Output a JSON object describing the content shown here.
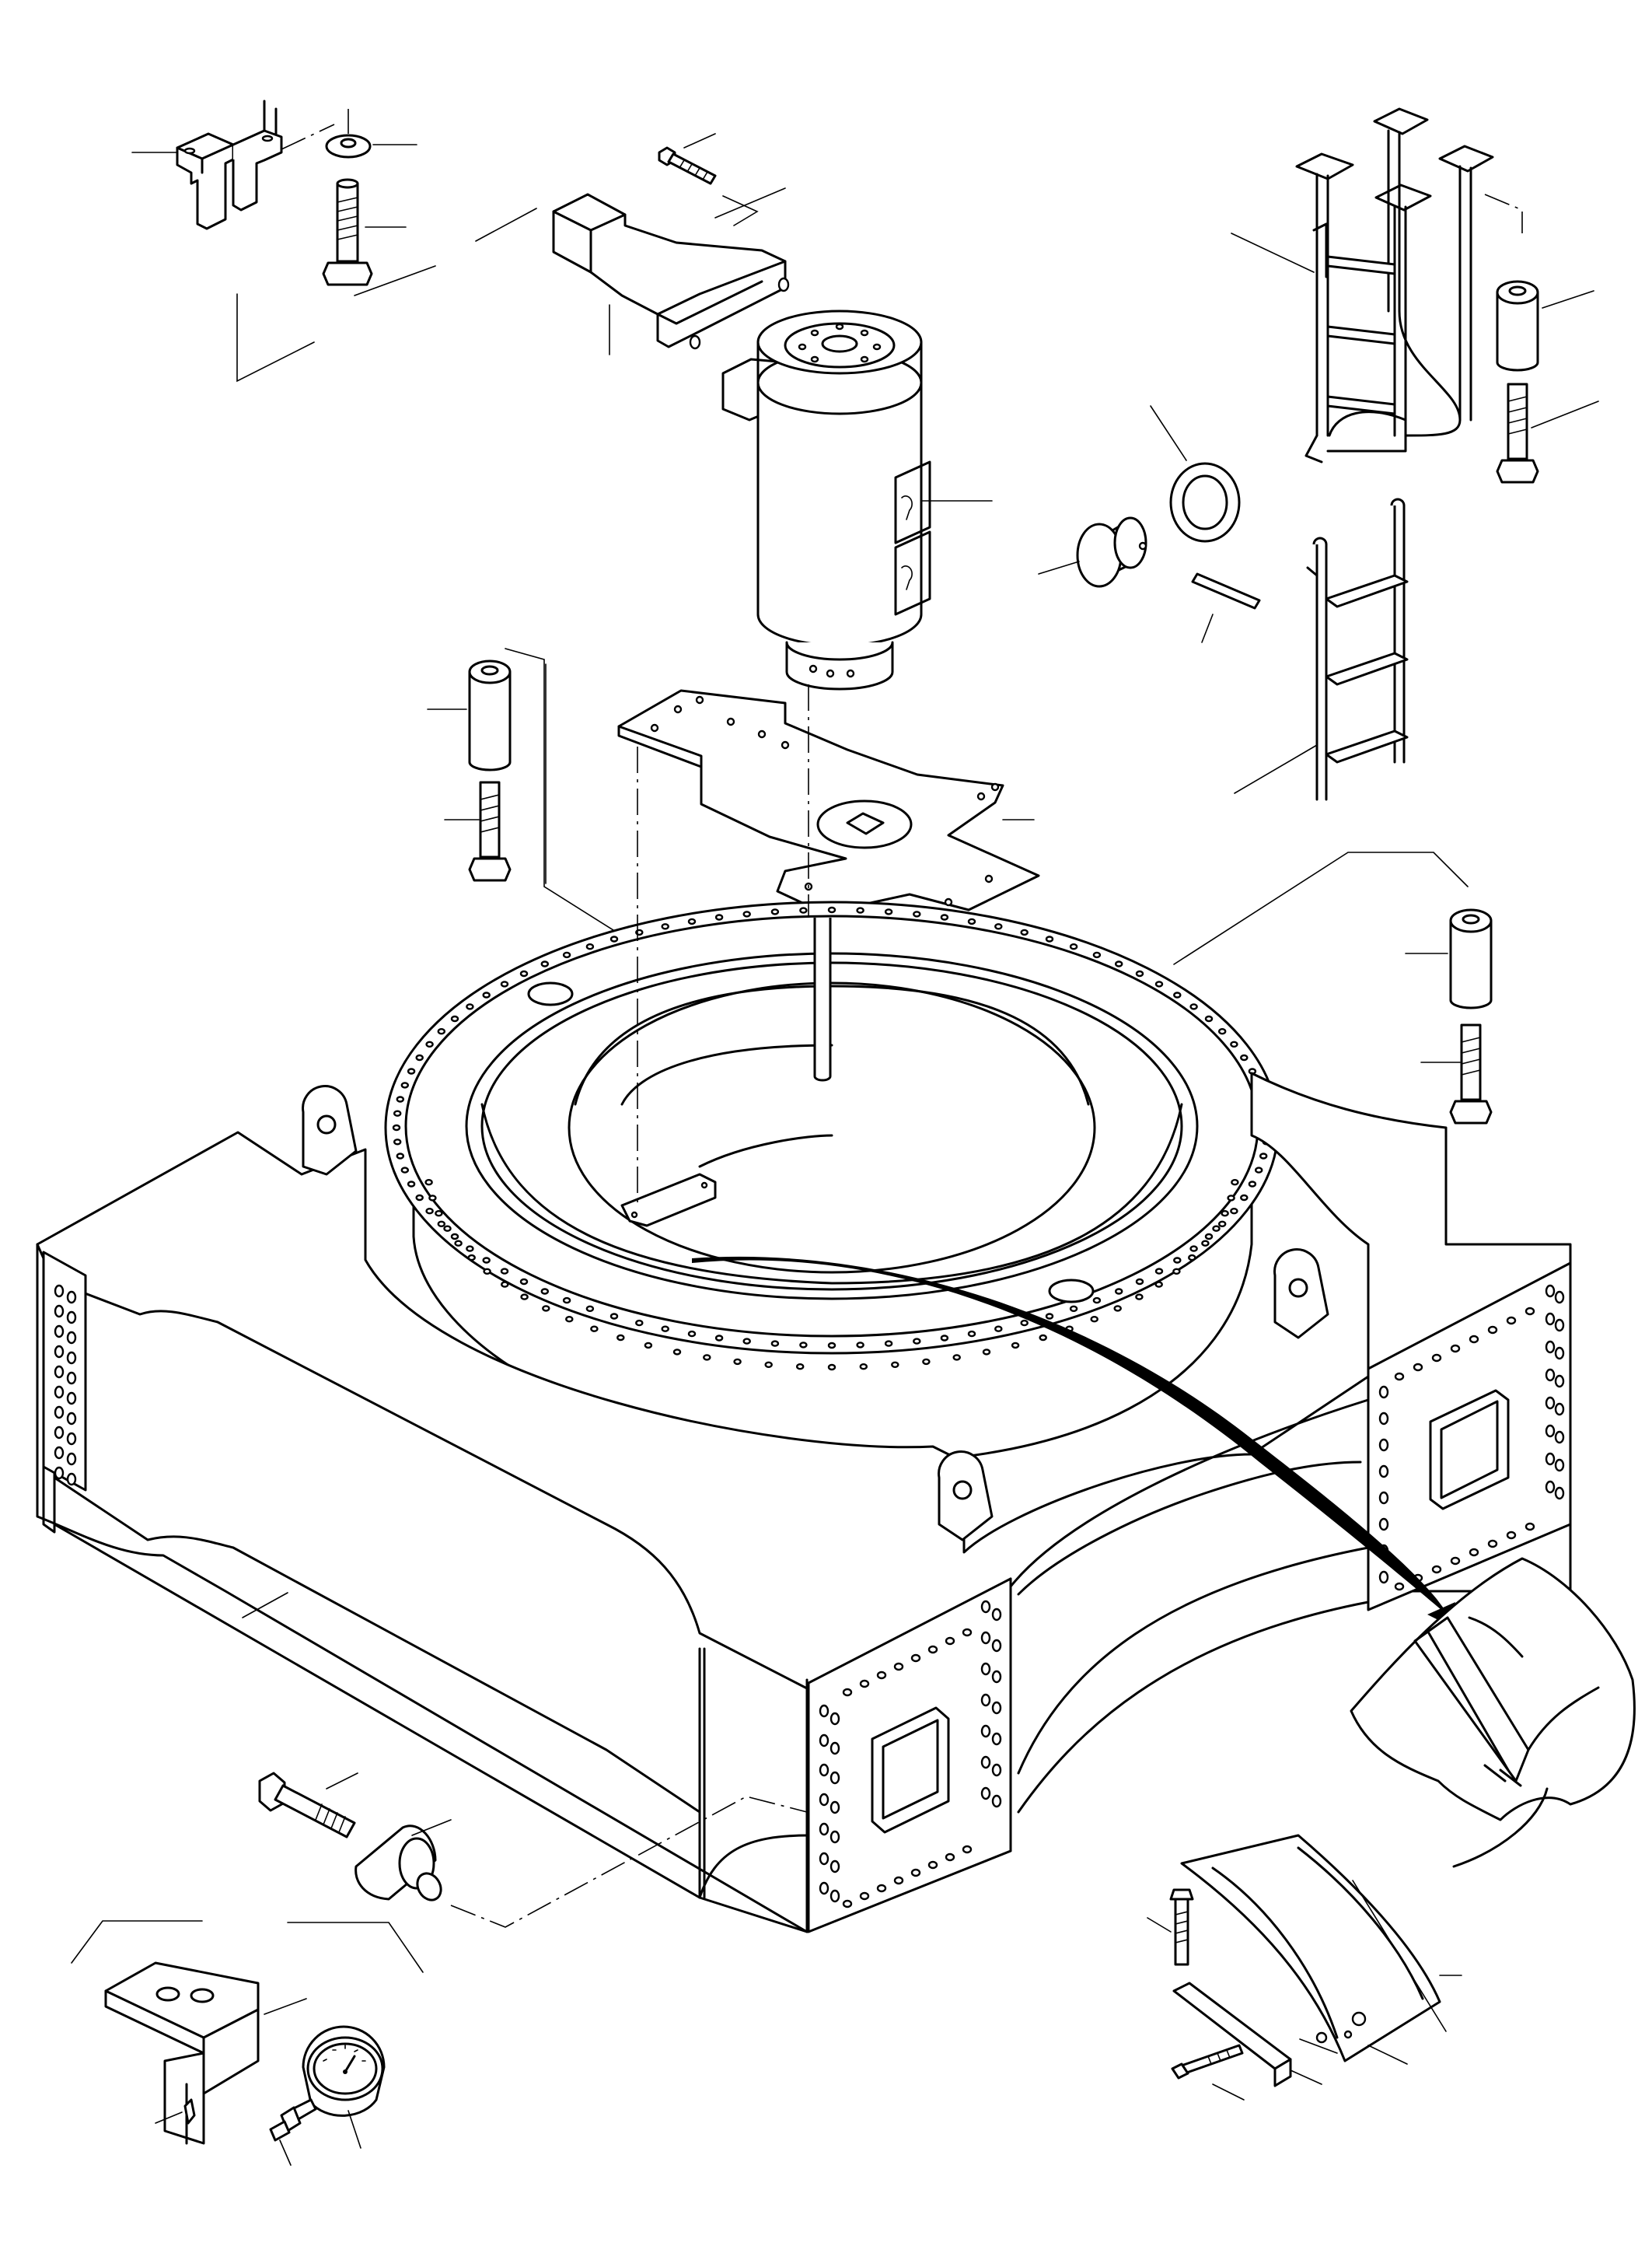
{
  "figure": {
    "kind": "exploded-assembly-drawing",
    "line_color": "#000000",
    "background": "#ffffff"
  },
  "components": [
    "u-bracket",
    "washer",
    "hex-bolt",
    "motor-mounting-arm",
    "cap-screw",
    "drive-motor",
    "motor-mounting-plate",
    "spacer-sleeve",
    "ladder-frame",
    "access-ladder",
    "sealing-ring",
    "end-cap",
    "dowel-pin",
    "slewing-ring-bearing",
    "main-frame-base",
    "corner-panel",
    "detail-curve-arrow",
    "detail-cutaway-view",
    "sector-plate",
    "bar-clamp",
    "pressure-gauge",
    "test-fitting",
    "bolt-and-sleeve"
  ]
}
